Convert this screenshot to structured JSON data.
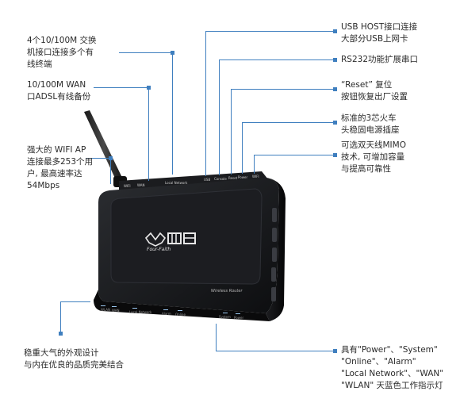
{
  "annotations": {
    "ports_lan": [
      "4个10/100M 交换",
      "机接口连接多个有",
      "线终端"
    ],
    "wan": [
      "10/100M  WAN",
      "口ADSL有线备份"
    ],
    "wifi": [
      "强大的 WIFI  AP",
      "连接最多253个用",
      "户, 最高速率达",
      "54Mbps"
    ],
    "usb": [
      "USB HOST接口连接",
      "大部分USB上网卡"
    ],
    "rs232": [
      "RS232功能扩展串口"
    ],
    "reset": [
      "“Reset” 复位",
      "按钮恢复出厂设置"
    ],
    "power": [
      "标准的3芯火车",
      "头稳固电源插座"
    ],
    "mimo": [
      "可选双天线MIMO",
      "技术, 可增加容量",
      "与提高可靠性"
    ],
    "design": [
      "稳重大气的外观设计",
      "与内在优良的品质完美结合"
    ],
    "leds": [
      "具有\"Power\"、\"System\"",
      "\"Online\"、\"Alarm\"",
      "\"Local Network\"、\"WAN\"",
      "\"WLAN\" 天蓝色工作指示灯"
    ]
  },
  "router": {
    "brand": "Four-Faith",
    "logo_cn": "四信",
    "product": "Wireless Router",
    "back_labels": [
      "WIFI",
      "WAN",
      "Local Network",
      "USB",
      "Console",
      "Reset",
      "Power",
      "WIFI"
    ],
    "front_labels": [
      "WLAN",
      "WAN",
      "Local Network",
      "Alarm",
      "Online",
      "System",
      "Power"
    ]
  },
  "colors": {
    "accent": "#3f7fbf",
    "text": "#2b2b2b",
    "body": "#151619"
  }
}
